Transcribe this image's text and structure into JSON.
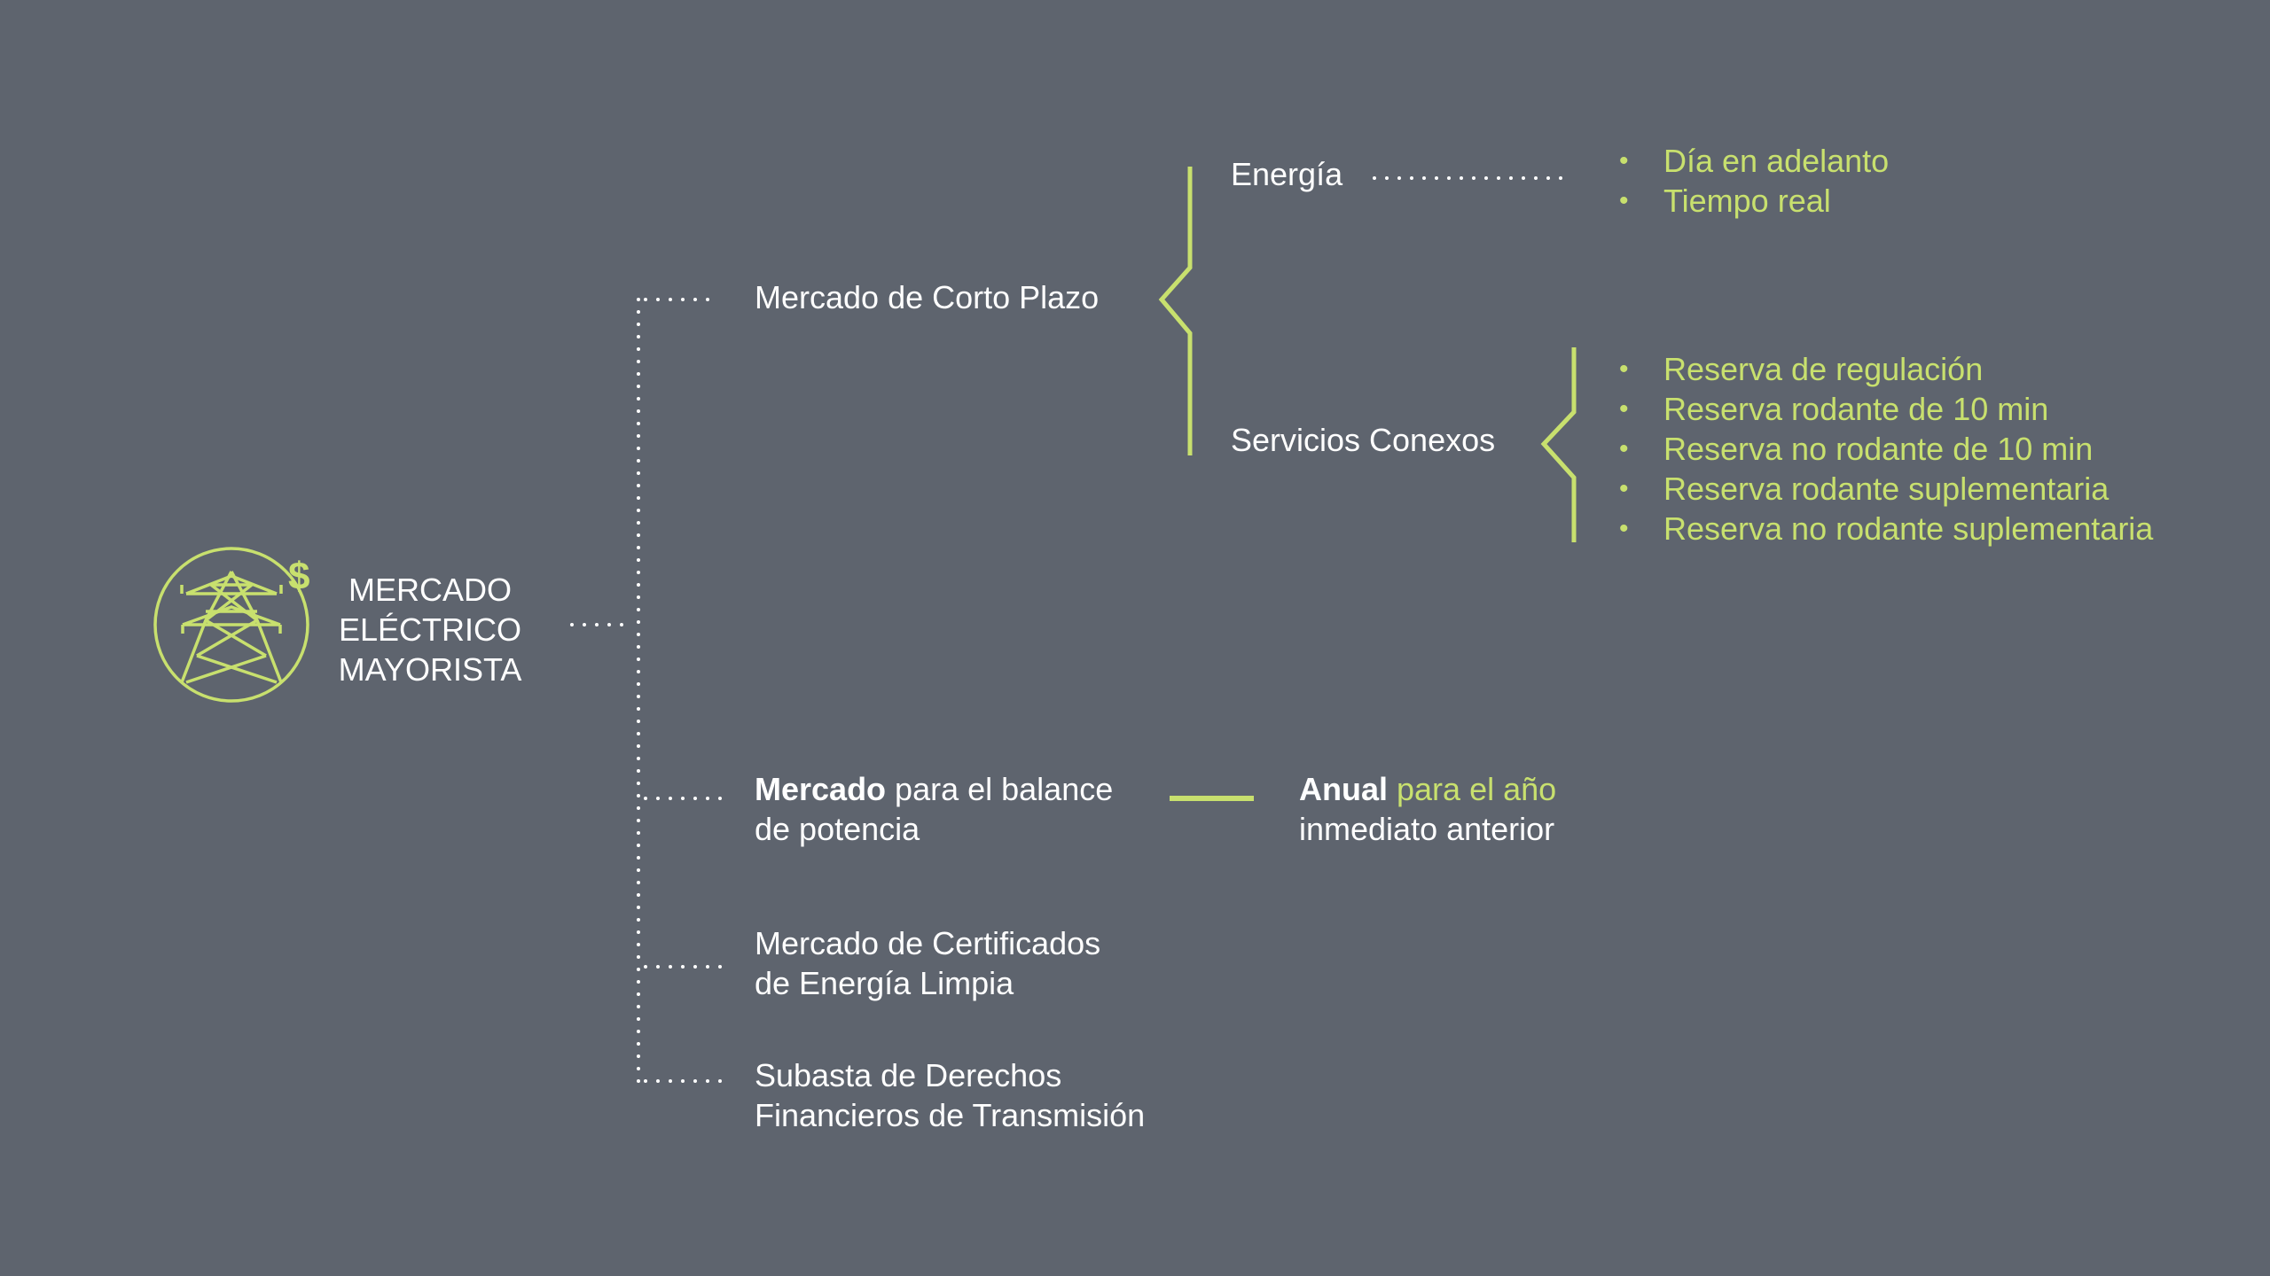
{
  "colors": {
    "background": "#5e646e",
    "accent": "#c8e06e",
    "text": "#ffffff"
  },
  "root": {
    "icon": "transmission-tower-dollar-icon",
    "lines": [
      "MERCADO",
      "ELÉCTRICO",
      "MAYORISTA"
    ]
  },
  "branches": {
    "corto_plazo": {
      "label": "Mercado de Corto Plazo",
      "energia": {
        "label": "Energía",
        "items": [
          "Día en adelanto",
          "Tiempo real"
        ]
      },
      "servicios": {
        "label": "Servicios Conexos",
        "items": [
          "Reserva de regulación",
          "Reserva rodante de 10 min",
          "Reserva no rodante de 10 min",
          "Reserva rodante suplementaria",
          "Reserva no rodante suplementaria"
        ]
      }
    },
    "balance": {
      "bold": "Mercado",
      "rest": " para el balance",
      "line2": "de potencia",
      "detail": {
        "bold": "Anual",
        "green": " para el año",
        "line2": "inmediato anterior"
      }
    },
    "certificados": {
      "line1": "Mercado de Certificados",
      "line2": "de Energía Limpia"
    },
    "subasta": {
      "line1": "Subasta de Derechos",
      "line2": "Financieros de Transmisión"
    }
  }
}
